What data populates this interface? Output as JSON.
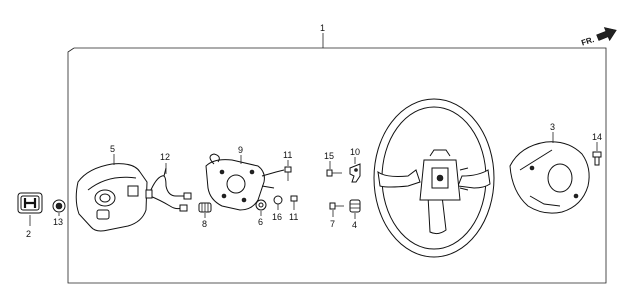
{
  "direction_label": "FR.",
  "callouts": {
    "c1": "1",
    "c2": "2",
    "c3": "3",
    "c4": "4",
    "c5": "5",
    "c6": "6",
    "c7": "7",
    "c8": "8",
    "c9": "9",
    "c10": "10",
    "c11a": "11",
    "c11b": "11",
    "c12": "12",
    "c13": "13",
    "c14": "14",
    "c15": "15",
    "c16": "16"
  },
  "icons": {
    "direction": "arrow-right-icon",
    "emblem": "honda-h-emblem-icon"
  },
  "colors": {
    "line": "#222222",
    "background": "#ffffff"
  }
}
